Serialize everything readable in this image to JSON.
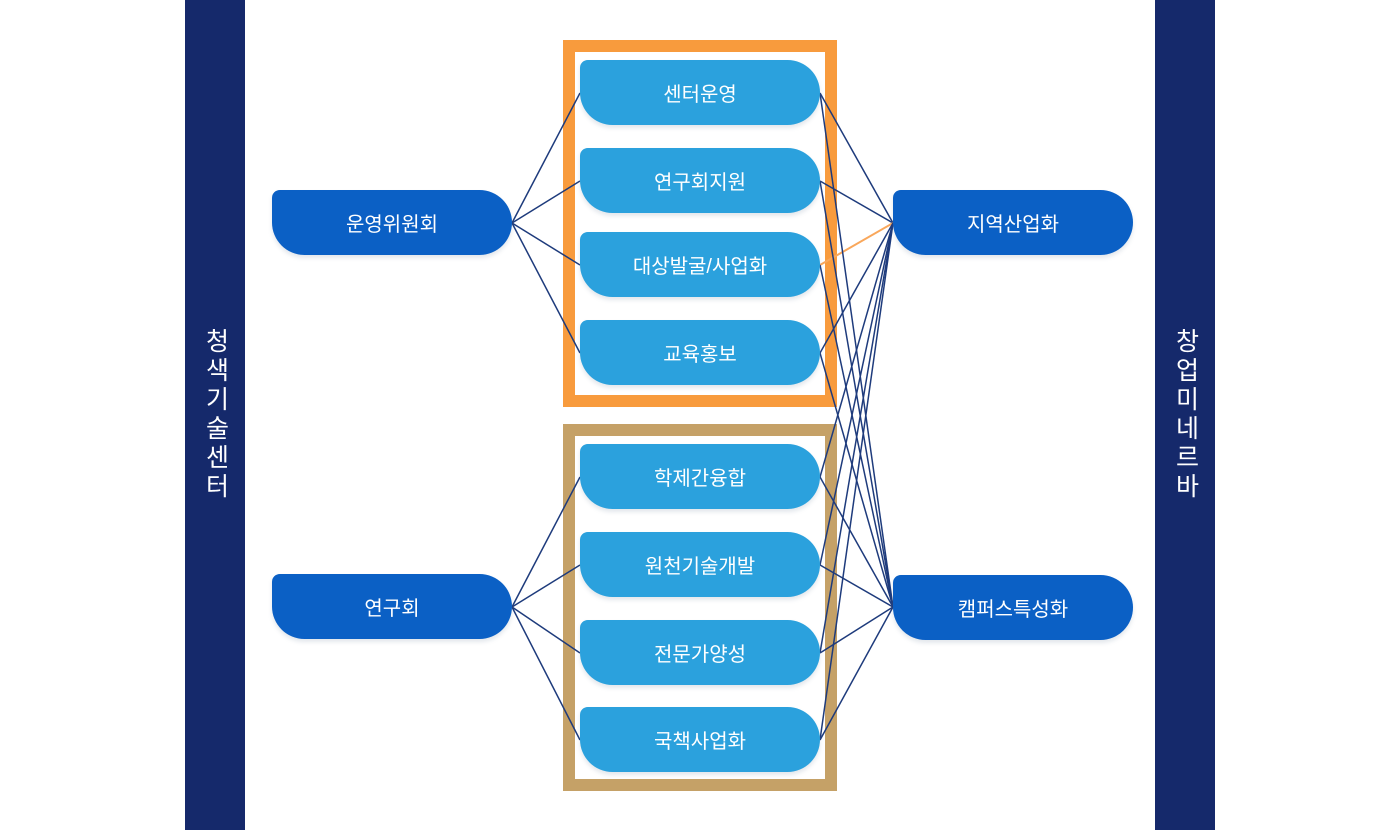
{
  "sidebars": {
    "left": "청색기술센터",
    "right": "창업미네르바"
  },
  "nodes": {
    "committee": {
      "label": "운영위원회"
    },
    "research": {
      "label": "연구회"
    },
    "center_ops": {
      "label": "센터운영"
    },
    "society_support": {
      "label": "연구회지원"
    },
    "discovery": {
      "label": "대상발굴/사업화"
    },
    "education": {
      "label": "교육홍보"
    },
    "interdisciplinary": {
      "label": "학제간융합"
    },
    "core_tech": {
      "label": "원천기술개발"
    },
    "experts": {
      "label": "전문가양성"
    },
    "national": {
      "label": "국책사업화"
    },
    "regional": {
      "label": "지역산업화"
    },
    "campus": {
      "label": "캠퍼스특성화"
    }
  },
  "edges": [
    {
      "from": "committee",
      "to": "center_ops",
      "color": "navy"
    },
    {
      "from": "committee",
      "to": "society_support",
      "color": "navy"
    },
    {
      "from": "committee",
      "to": "discovery",
      "color": "navy"
    },
    {
      "from": "committee",
      "to": "education",
      "color": "navy"
    },
    {
      "from": "research",
      "to": "interdisciplinary",
      "color": "navy"
    },
    {
      "from": "research",
      "to": "core_tech",
      "color": "navy"
    },
    {
      "from": "research",
      "to": "experts",
      "color": "navy"
    },
    {
      "from": "research",
      "to": "national",
      "color": "navy"
    },
    {
      "from": "center_ops",
      "to": "regional",
      "color": "navy"
    },
    {
      "from": "society_support",
      "to": "regional",
      "color": "navy"
    },
    {
      "from": "discovery",
      "to": "regional",
      "color": "orange"
    },
    {
      "from": "education",
      "to": "regional",
      "color": "navy"
    },
    {
      "from": "interdisciplinary",
      "to": "regional",
      "color": "navy"
    },
    {
      "from": "core_tech",
      "to": "regional",
      "color": "navy"
    },
    {
      "from": "experts",
      "to": "regional",
      "color": "navy"
    },
    {
      "from": "national",
      "to": "regional",
      "color": "navy"
    },
    {
      "from": "center_ops",
      "to": "campus",
      "color": "navy"
    },
    {
      "from": "society_support",
      "to": "campus",
      "color": "navy"
    },
    {
      "from": "discovery",
      "to": "campus",
      "color": "navy"
    },
    {
      "from": "education",
      "to": "campus",
      "color": "navy"
    },
    {
      "from": "interdisciplinary",
      "to": "campus",
      "color": "navy"
    },
    {
      "from": "core_tech",
      "to": "campus",
      "color": "navy"
    },
    {
      "from": "experts",
      "to": "campus",
      "color": "navy"
    },
    {
      "from": "national",
      "to": "campus",
      "color": "navy"
    }
  ],
  "colors": {
    "background": "#FFFFFF",
    "sidebar_navy": "#15296B",
    "pill_dark_blue": "#0B60C5",
    "pill_light_blue": "#2BA1DD",
    "frame_orange": "#F89B3D",
    "frame_tan": "#C5A167",
    "edge_navy": "#1E3B7C",
    "edge_orange": "#F9A75B",
    "text_white": "#FFFFFF"
  }
}
